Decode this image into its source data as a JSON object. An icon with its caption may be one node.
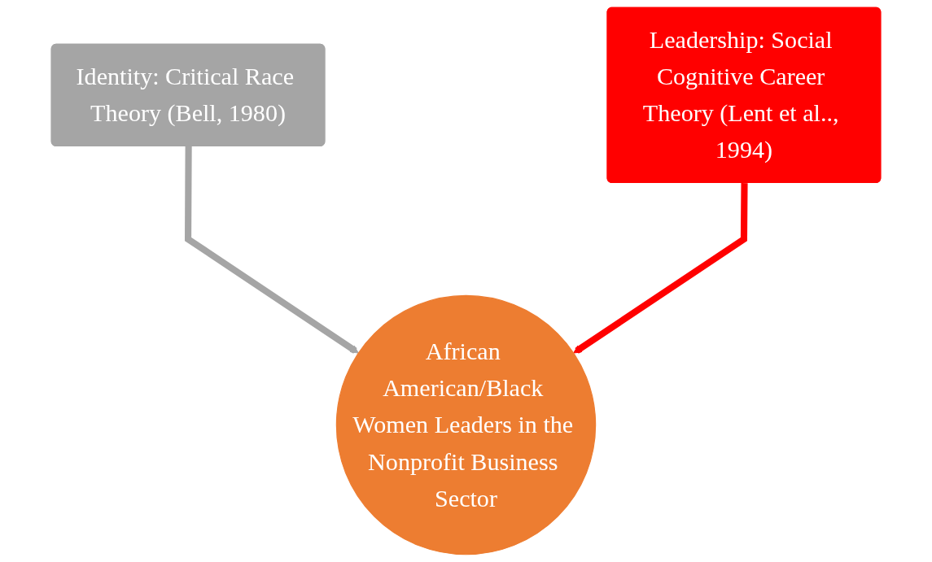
{
  "diagram": {
    "nodes": [
      {
        "text": [
          "Identity: Critical Race Theory (Bell, 1980)"
        ]
      },
      {
        "text": [
          "Leadership: Social Cognitive Career Theory (Lent et al.., 1994)"
        ]
      },
      {
        "text": [
          "African American/Black Women Leaders in the Nonprofit Business Sector"
        ]
      }
    ],
    "edges": [
      {
        "from": 0,
        "to": 2,
        "arrow": "to",
        "color": "#a5a5a5"
      },
      {
        "from": 1,
        "to": 2,
        "arrow": "to",
        "color": "#ff0000"
      }
    ]
  }
}
